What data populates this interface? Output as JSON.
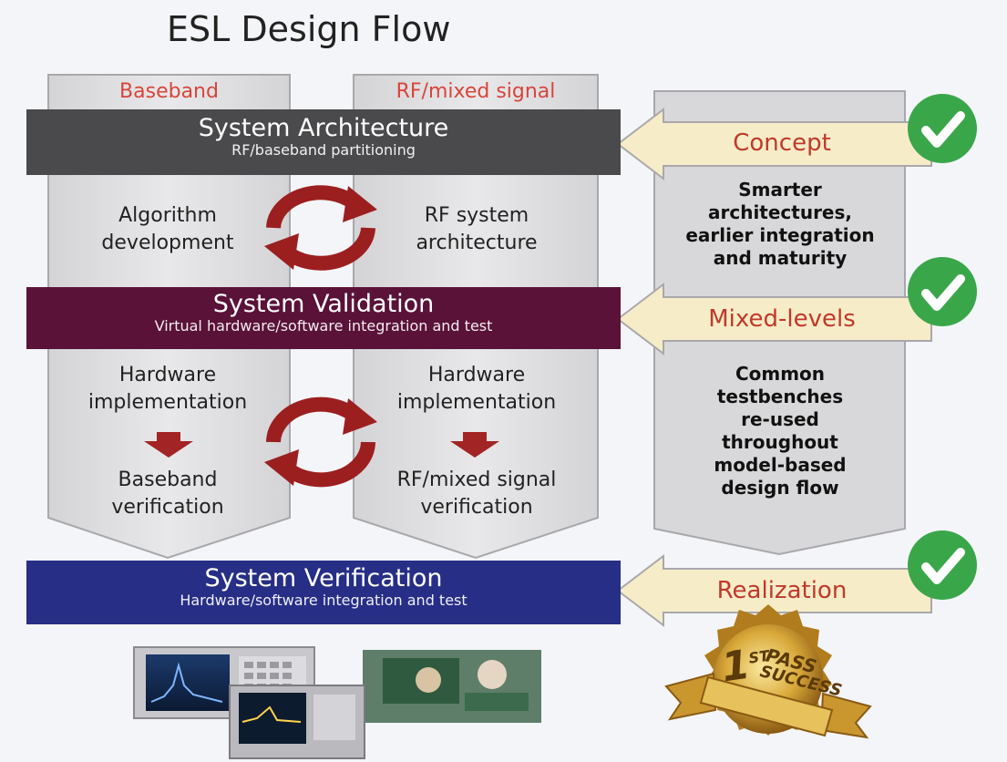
{
  "title": "ESL Design Flow",
  "columns": {
    "left": "Baseband",
    "right": "RF/mixed signal"
  },
  "bands": {
    "architecture": {
      "title": "System Architecture",
      "subtitle": "RF/baseband partitioning",
      "color": "#4a4a4c"
    },
    "validation": {
      "title": "System Validation",
      "subtitle": "Virtual hardware/software integration and test",
      "color": "#5a1238"
    },
    "verification": {
      "title": "System Verification",
      "subtitle": "Hardware/software integration and test",
      "color": "#272e86"
    }
  },
  "cells": {
    "left_top": [
      "Algorithm",
      "development"
    ],
    "right_top": [
      "RF system",
      "architecture"
    ],
    "left_bottom_top": [
      "Hardware",
      "implementation"
    ],
    "left_bottom_bottom": [
      "Baseband",
      "verification"
    ],
    "right_bottom_top": [
      "Hardware",
      "implementation"
    ],
    "right_bottom_bottom": [
      "RF/mixed signal",
      "verification"
    ]
  },
  "stages": [
    "Concept",
    "Mixed-levels",
    "Realization"
  ],
  "benefits": {
    "first": [
      "Smarter",
      "architectures,",
      "earlier integration",
      "and maturity"
    ],
    "second": [
      "Common",
      "testbenches",
      "re-used",
      "throughout",
      "model-based",
      "design flow"
    ]
  },
  "seal": {
    "line1": "1",
    "sup": "ST",
    "line2": "PASS",
    "line3": "SUCCESS"
  },
  "colors": {
    "accent_red": "#c0392b",
    "check_green": "#3aa64a",
    "cycle_red": "#9c1f1f",
    "arrow_fill": "#f7ecc8"
  },
  "icons": [
    "check-icon",
    "cycle-arrows-icon",
    "down-arrow-icon",
    "award-seal-icon",
    "instrument-photo"
  ]
}
